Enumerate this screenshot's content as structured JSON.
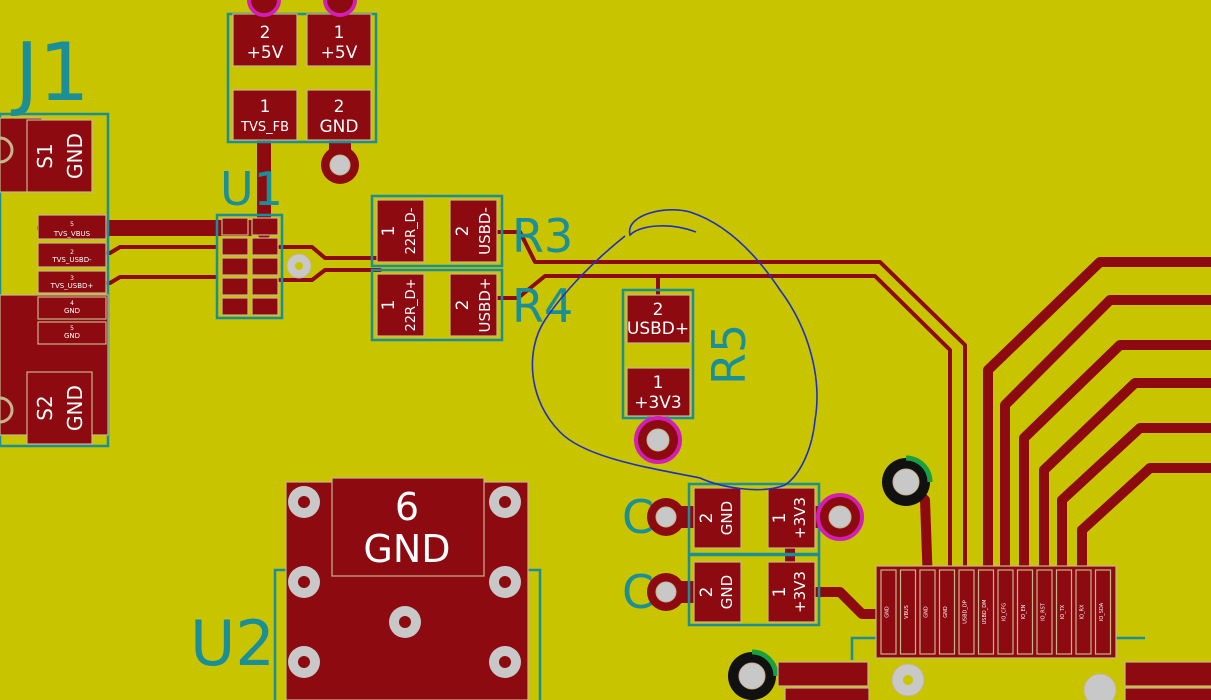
{
  "colors": {
    "board": "#c8c400",
    "copper": "#8c0a10",
    "silkscreen": "#1a8f98",
    "via_ring": "#c8c8c8",
    "highlight": "#d21eb4",
    "annotation": "#1e2fc8"
  },
  "refs": {
    "j1": "J1",
    "u1": "U1",
    "u2": "U2",
    "r3": "R3",
    "r4": "R4",
    "r5": "R5",
    "c_top": "C",
    "c_bot": "C"
  },
  "pads": {
    "top_a_num": "2",
    "top_a_net": "+5V",
    "top_b_num": "1",
    "top_b_net": "+5V",
    "tvs_num": "1",
    "tvs_net": "TVS_FB",
    "gnd_top_num": "2",
    "gnd_top_net": "GND",
    "s1_num": "S1",
    "s1_net": "GND",
    "s2_num": "S2",
    "s2_net": "GND",
    "j1_p1": "5\nTVS_VBUS",
    "j1_p1_num": "5",
    "j1_p1_net": "TVS_VBUS",
    "j1_p2_num": "2",
    "j1_p2_net": "TVS_USBD-",
    "j1_p3_num": "3",
    "j1_p3_net": "TVS_USBD+",
    "j1_p4_num": "4",
    "j1_p4_net": "GND",
    "j1_p5_num": "5",
    "j1_p5_net": "GND",
    "r3_1_num": "1",
    "r3_1_net": "22R_D-",
    "r3_2_num": "2",
    "r3_2_net": "USBD-",
    "r4_1_num": "1",
    "r4_1_net": "22R_D+",
    "r4_2_num": "2",
    "r4_2_net": "USBD+",
    "r5_2_num": "2",
    "r5_2_net": "USBD+",
    "r5_1_num": "1",
    "r5_1_net": "+3V3",
    "u2_pad_num": "6",
    "u2_pad_net": "GND",
    "c1_2_num": "2",
    "c1_2_net": "GND",
    "c1_1_num": "1",
    "c1_1_net": "+3V3",
    "c2_2_num": "2",
    "c2_2_net": "GND",
    "c2_1_num": "1",
    "c2_1_net": "+3V3",
    "ic_pins": [
      "GND",
      "VBUS",
      "GND",
      "GND",
      "USBD_DP",
      "USBD_DM",
      "IO_CFG",
      "IO_EN",
      "IO_RST",
      "IO_TX",
      "IO_RX",
      "IO_SDA"
    ]
  }
}
